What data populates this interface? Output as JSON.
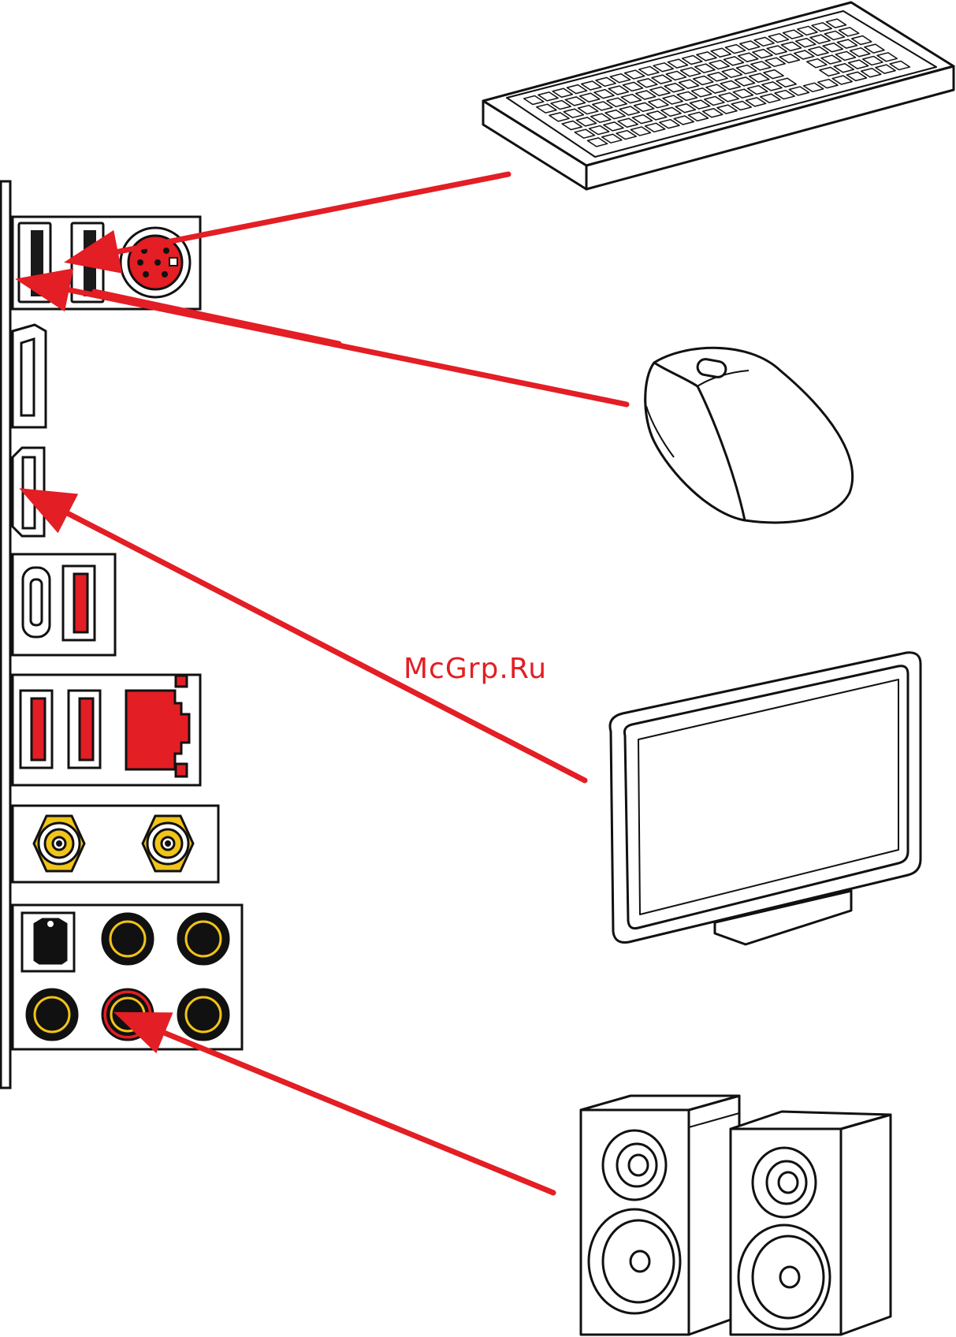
{
  "watermark": {
    "text": "McGrp.Ru"
  },
  "colors": {
    "line": "#111111",
    "accent": "#e31e24",
    "gold": "#f0c419",
    "black": "#111111",
    "dark_port": "#1a1a1a",
    "background": "#ffffff"
  },
  "io_panel": {
    "port_groups": [
      {
        "name": "usb2-ps2-group",
        "ports": [
          "usb-port",
          "usb-port",
          "ps2-port"
        ]
      },
      {
        "name": "displayport",
        "ports": [
          "displayport"
        ]
      },
      {
        "name": "hdmi",
        "ports": [
          "hdmi-port"
        ]
      },
      {
        "name": "usb-c-usb3-group",
        "ports": [
          "usb-c-port",
          "usb3-port"
        ]
      },
      {
        "name": "usb3-lan-group",
        "ports": [
          "usb3-port",
          "usb3-port",
          "lan-port"
        ]
      },
      {
        "name": "wifi-antenna-group",
        "ports": [
          "antenna-connector",
          "antenna-connector"
        ]
      },
      {
        "name": "audio-group",
        "ports": [
          "optical-spdif",
          "audio-jack",
          "audio-jack",
          "audio-jack",
          "line-out-jack",
          "audio-jack"
        ]
      }
    ]
  },
  "devices": [
    "keyboard",
    "mouse",
    "monitor",
    "speakers"
  ],
  "connections": [
    {
      "from": "keyboard",
      "to": "usb-port"
    },
    {
      "from": "mouse",
      "to": "usb-port"
    },
    {
      "from": "monitor",
      "to": "hdmi-port"
    },
    {
      "from": "speakers",
      "to": "line-out-jack"
    }
  ]
}
